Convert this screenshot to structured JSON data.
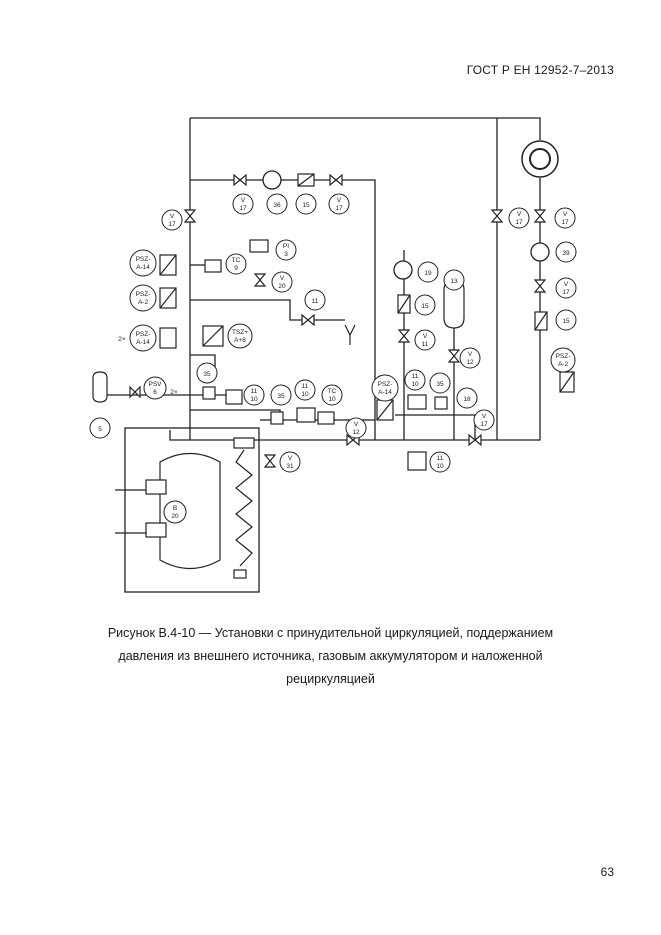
{
  "header": {
    "doc_id": "ГОСТ Р ЕН 12952-7–2013"
  },
  "figure": {
    "caption_line1": "Рисунок В.4-10 — Установки с принудительной циркуляцией, поддержанием",
    "caption_line2": "давления из внешнего источника, газовым аккумулятором и наложенной",
    "caption_line3": "рециркуляцией"
  },
  "footer": {
    "page_number": "63"
  },
  "diagram_labels": {
    "v17_a": "V",
    "v17_a2": "17",
    "v17_b": "V",
    "v17_b2": "17",
    "n36": "36",
    "n15_top": "15",
    "v17_c": "V",
    "v17_c2": "17",
    "v17_right1": "V",
    "v17_right1b": "17",
    "v17_right2": "V",
    "v17_right2b": "17",
    "n39": "39",
    "v17_right3": "V",
    "v17_right3b": "17",
    "n15_right": "15",
    "psz_a2_right": "PSZ-",
    "psz_a2_right_b": "A-2",
    "psz_a14_1": "PSZ-",
    "psz_a14_1b": "A-14",
    "psz_a2_1": "PSZ-",
    "psz_a2_1b": "A-2",
    "psz_a14_2": "PSZ-",
    "psz_a14_2b": "A-14",
    "mult_2x": "2×",
    "tc9": "TC",
    "tc9b": "9",
    "pi3": "PI",
    "pi3b": "3",
    "v20": "V",
    "v20b": "20",
    "tsz": "TSZ+",
    "tszb": "A+8",
    "n11": "11",
    "n35_a": "35",
    "psv": "PSV",
    "psvb": "6",
    "mult_2x_b": "2×",
    "n5": "5",
    "n11_10_a": "11",
    "n11_10_ab": "10",
    "n35_b": "35",
    "n11_10_b": "11",
    "n11_10_bb": "10",
    "tc10": "TC",
    "tc10b": "10",
    "v12": "V",
    "v12b": "12",
    "v31": "V",
    "v31b": "31",
    "n19": "19",
    "n15_mid": "15",
    "v11": "V",
    "v11b": "11",
    "n13": "13",
    "v12_mid": "V",
    "v12_midb": "12",
    "psz_a14_3": "PSZ-",
    "psz_a14_3b": "A-14",
    "n11_10_c": "11",
    "n11_10_cb": "10",
    "n35_c": "35",
    "n18": "18",
    "v17_bottom": "V",
    "v17_bottomb": "17",
    "n11_10_d": "11",
    "n11_10_db": "10",
    "b20": "B",
    "b20b": "20"
  }
}
